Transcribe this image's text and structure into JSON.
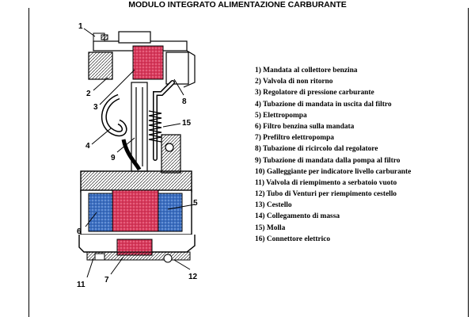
{
  "title": "MODULO INTEGRATO ALIMENTAZIONE CARBURANTE",
  "callouts": [
    "1",
    "2",
    "3",
    "4",
    "5",
    "6",
    "7",
    "8",
    "9",
    "11",
    "12",
    "15"
  ],
  "legend": [
    "1) Mandata al collettore benzina",
    "2) Valvola di non ritorno",
    "3) Regolatore di pressione carburante",
    "4) Tubazione di mandata in uscita dal filtro",
    "5) Elettropompa",
    "6) Filtro benzina sulla mandata",
    "7) Prefiltro elettropompa",
    "8) Tubazione di ricircolo dal regolatore",
    "9) Tubazione di mandata dalla pompa al filtro",
    "10) Galleggiante per indicatore livello carburante",
    "11) Valvola di riempimento a serbatoio vuoto",
    "12) Tubo di Venturi per riempimento cestello",
    "13) Cestello",
    "14) Collegamento di massa",
    "15) Molla",
    "16) Connettore elettrico"
  ],
  "colors": {
    "pump_red": "#d9385a",
    "filter_blue": "#3b6fc2",
    "line": "#000000"
  }
}
